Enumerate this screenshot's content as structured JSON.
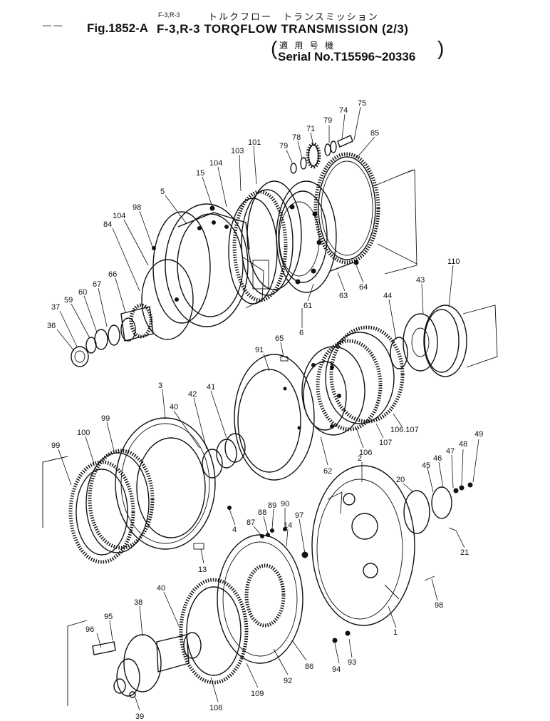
{
  "header": {
    "fig_label": "Fig.1852-A",
    "model_small": "F-3,R-3",
    "jp_title": "トルクフロー　トランスミッション",
    "title": "F-3,R-3  TORQFLOW  TRANSMISSION",
    "fraction": "(2/3)",
    "serial_jp": "適 用 号 機",
    "serial": "Serial  No.T15596~20336",
    "paren_open": "(",
    "paren_close": ")",
    "dash": "— —"
  },
  "part_numbers": [
    {
      "id": "p75",
      "text": "75"
    },
    {
      "id": "p74",
      "text": "74"
    },
    {
      "id": "p79a",
      "text": "79"
    },
    {
      "id": "p71",
      "text": "71"
    },
    {
      "id": "p78",
      "text": "78"
    },
    {
      "id": "p79b",
      "text": "79"
    },
    {
      "id": "p85",
      "text": "85"
    },
    {
      "id": "p101",
      "text": "101"
    },
    {
      "id": "p103",
      "text": "103"
    },
    {
      "id": "p104a",
      "text": "104"
    },
    {
      "id": "p15",
      "text": "15"
    },
    {
      "id": "p5",
      "text": "5"
    },
    {
      "id": "p98a",
      "text": "98"
    },
    {
      "id": "p104b",
      "text": "104"
    },
    {
      "id": "p84",
      "text": "84"
    },
    {
      "id": "p66",
      "text": "66"
    },
    {
      "id": "p67",
      "text": "67"
    },
    {
      "id": "p60",
      "text": "60"
    },
    {
      "id": "p59",
      "text": "59"
    },
    {
      "id": "p37",
      "text": "37"
    },
    {
      "id": "p36",
      "text": "36"
    },
    {
      "id": "p63",
      "text": "63"
    },
    {
      "id": "p64",
      "text": "64"
    },
    {
      "id": "p61",
      "text": "61"
    },
    {
      "id": "p6",
      "text": "6"
    },
    {
      "id": "p110",
      "text": "110"
    },
    {
      "id": "p43",
      "text": "43"
    },
    {
      "id": "p44",
      "text": "44"
    },
    {
      "id": "p65",
      "text": "65"
    },
    {
      "id": "p91",
      "text": "91"
    },
    {
      "id": "p106107",
      "text": "106.107"
    },
    {
      "id": "p107",
      "text": "107"
    },
    {
      "id": "p106",
      "text": "106"
    },
    {
      "id": "p62",
      "text": "62"
    },
    {
      "id": "p3",
      "text": "3"
    },
    {
      "id": "p42",
      "text": "42"
    },
    {
      "id": "p41",
      "text": "41"
    },
    {
      "id": "p40a",
      "text": "40"
    },
    {
      "id": "p99a",
      "text": "99"
    },
    {
      "id": "p100",
      "text": "100"
    },
    {
      "id": "p99b",
      "text": "99"
    },
    {
      "id": "p2",
      "text": "2"
    },
    {
      "id": "p49",
      "text": "49"
    },
    {
      "id": "p48",
      "text": "48"
    },
    {
      "id": "p47",
      "text": "47"
    },
    {
      "id": "p46",
      "text": "46"
    },
    {
      "id": "p45",
      "text": "45"
    },
    {
      "id": "p20",
      "text": "20"
    },
    {
      "id": "p4",
      "text": "4"
    },
    {
      "id": "p89",
      "text": "89"
    },
    {
      "id": "p90",
      "text": "90"
    },
    {
      "id": "p88",
      "text": "88"
    },
    {
      "id": "p87",
      "text": "87"
    },
    {
      "id": "p14",
      "text": "14"
    },
    {
      "id": "p97",
      "text": "97"
    },
    {
      "id": "p21",
      "text": "21"
    },
    {
      "id": "p13",
      "text": "13"
    },
    {
      "id": "p98b",
      "text": "98"
    },
    {
      "id": "p40b",
      "text": "40"
    },
    {
      "id": "p95",
      "text": "95"
    },
    {
      "id": "p38",
      "text": "38"
    },
    {
      "id": "p96",
      "text": "96"
    },
    {
      "id": "p1",
      "text": "1"
    },
    {
      "id": "p93",
      "text": "93"
    },
    {
      "id": "p94",
      "text": "94"
    },
    {
      "id": "p86",
      "text": "86"
    },
    {
      "id": "p92",
      "text": "92"
    },
    {
      "id": "p109",
      "text": "109"
    },
    {
      "id": "p108",
      "text": "108"
    },
    {
      "id": "p39",
      "text": "39"
    }
  ]
}
